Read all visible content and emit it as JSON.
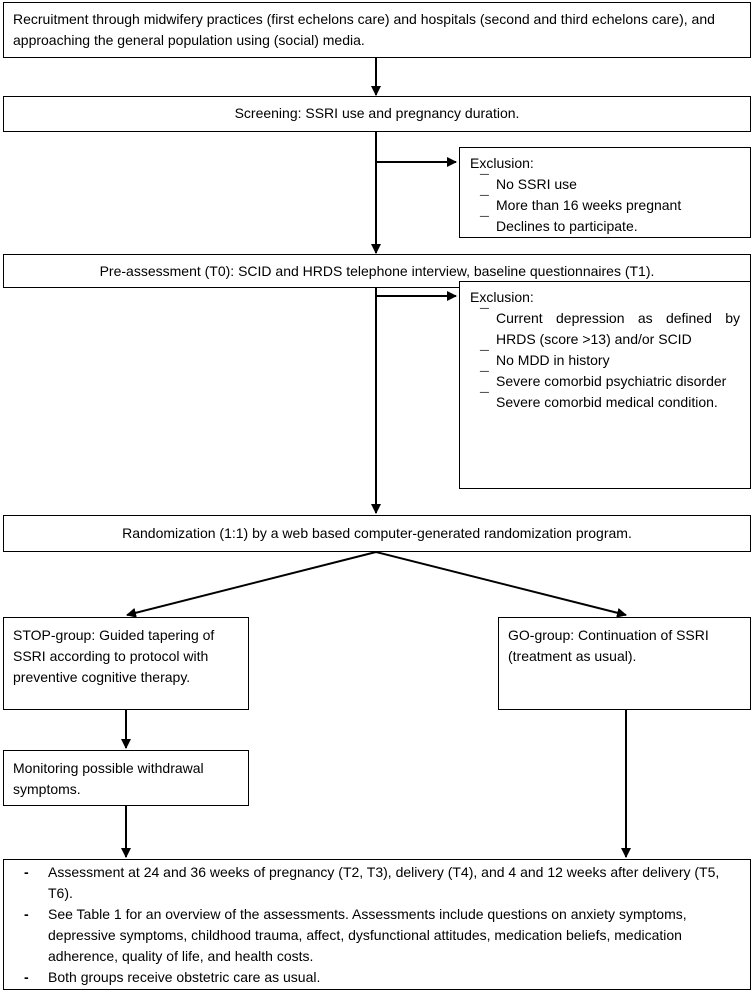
{
  "boxes": {
    "recruitment": "Recruitment through midwifery practices (first echelons care) and hospitals (second and third echelons care), and approaching the general population using (social) media.",
    "screening": "Screening: SSRI use and pregnancy duration.",
    "exclusion1": {
      "title": "Exclusion:",
      "items": [
        "No SSRI use",
        "More than 16 weeks pregnant",
        "Declines to participate."
      ]
    },
    "preassessment": "Pre-assessment (T0): SCID and HRDS telephone interview, baseline questionnaires (T1).",
    "exclusion2": {
      "title": "Exclusion:",
      "items": [
        "Current depression as defined by HRDS (score >13) and/or SCID",
        "No MDD in history",
        "Severe comorbid psychiatric disorder",
        "Severe comorbid medical condition."
      ]
    },
    "randomization": "Randomization (1:1) by a web based computer-generated randomization program.",
    "stop_group": "STOP-group: Guided tapering of SSRI according to protocol with preventive cognitive therapy.",
    "go_group": "GO-group: Continuation of SSRI (treatment as usual).",
    "monitoring": "Monitoring possible withdrawal symptoms.",
    "final_items": [
      "Assessment at 24 and 36 weeks of pregnancy (T2, T3), delivery (T4), and 4 and 12 weeks after delivery (T5, T6).",
      "See Table 1 for an overview of the assessments. Assessments include questions on anxiety symptoms, depressive symptoms, childhood trauma, affect, dysfunctional attitudes, medication beliefs, medication adherence, quality of life, and health costs.",
      "Both groups receive obstetric care as usual."
    ]
  }
}
